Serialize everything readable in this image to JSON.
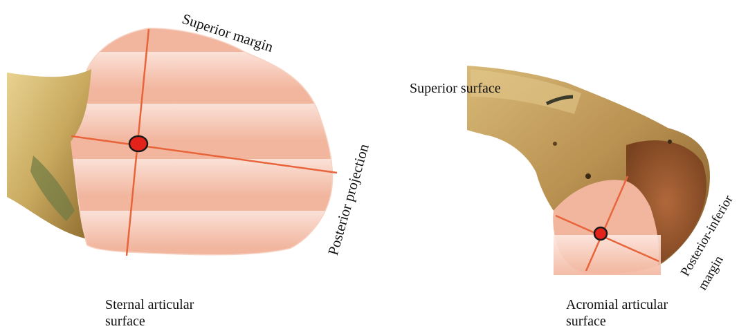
{
  "labels": {
    "superior_margin": "Superior margin",
    "posterior_projection": "Posterior projection",
    "sternal_articular_line1": "Sternal articular",
    "sternal_articular_line2": "surface",
    "superior_surface": "Superior surface",
    "posterior_inferior_line1": "Posterior-inferior",
    "posterior_inferior_line2": "margin",
    "acromial_articular_line1": "Acromial articular",
    "acromial_articular_line2": "surface"
  },
  "colors": {
    "bone_light": "#e8d49a",
    "bone_mid": "#c7a864",
    "bone_dark": "#8a6a34",
    "bone_green": "#6f7a45",
    "acromial_rough": "#9c5a2e",
    "articular_fill": "#f2b49c",
    "articular_highlight": "#fde9e2",
    "axis_line": "#e8643a",
    "center_dot": "#e3221b",
    "center_dot_outline": "#1a1a1a"
  }
}
